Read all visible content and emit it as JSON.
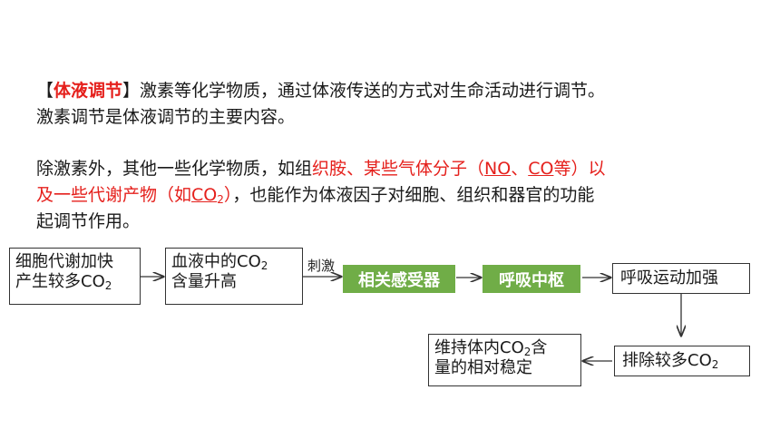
{
  "intro": {
    "bracket_open": "【",
    "term": "体液调节",
    "bracket_close": "】",
    "line1_rest": "激素等化学物质，通过体液传送的方式对生命活动进行调节。",
    "line2": "激素调节是体液调节的主要内容。"
  },
  "detail": {
    "part1": "除激素外，其他一些化学物质，如组",
    "red1": "织胺、某些气体分子（",
    "red_no": "NO",
    "red_sep": "、",
    "red_co": "CO",
    "red2": "等）以",
    "line2_red_a": "及一些代谢产物（如",
    "line2_red_co": "CO",
    "line2_red_sub": "2",
    "line2_red_b": "）",
    "line2_rest": "，也能作为体液因子对细胞、组织和器官的功能",
    "line3": "起调节作用。"
  },
  "flow": {
    "box1_line1": "细胞代谢加快",
    "box1_line2a": "产生较多CO",
    "box1_line2sub": "2",
    "box2_line1a": "血液中的CO",
    "box2_line1sub": "2",
    "box2_line2": "含量升高",
    "stim_label": "刺激",
    "receptor": "相关感受器",
    "center": "呼吸中枢",
    "breath": "呼吸运动加强",
    "expel_a": "排除较多CO",
    "expel_sub": "2",
    "stable_line1a": "维持体内CO",
    "stable_line1sub": "2",
    "stable_line1b": "含",
    "stable_line2": "量的相对稳定",
    "accent_green": "#70ad47",
    "accent_red": "#e5201c"
  }
}
